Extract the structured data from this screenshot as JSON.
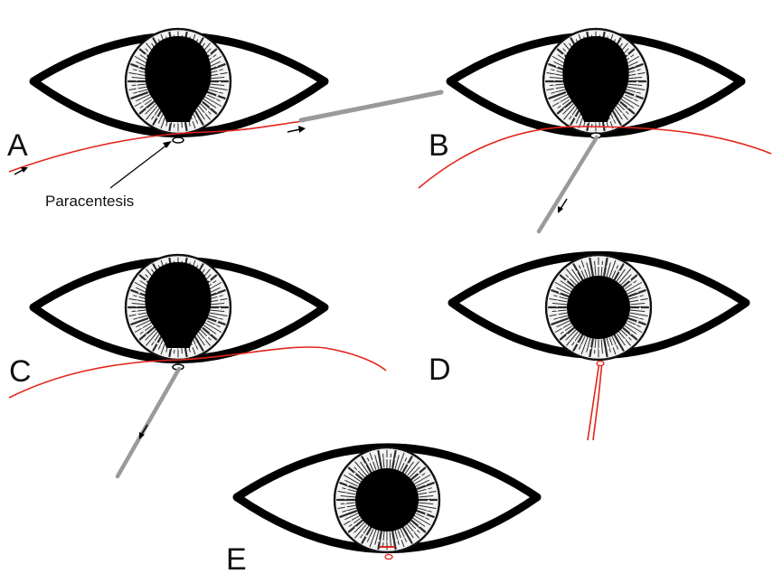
{
  "figure": {
    "panel_labels": [
      "A",
      "B",
      "C",
      "D",
      "E"
    ],
    "annotation": "Paracentesis"
  },
  "colors": {
    "suture": "#e3241b",
    "needle": "#9a9a9a",
    "outline": "#000000",
    "iris_light": "#f2f2f2",
    "iris_stripe": "#2a2a2a"
  },
  "icons": [
    "eye-illustration",
    "iris-illustration",
    "needle-illustration",
    "suture-thread",
    "arrow-icon"
  ]
}
